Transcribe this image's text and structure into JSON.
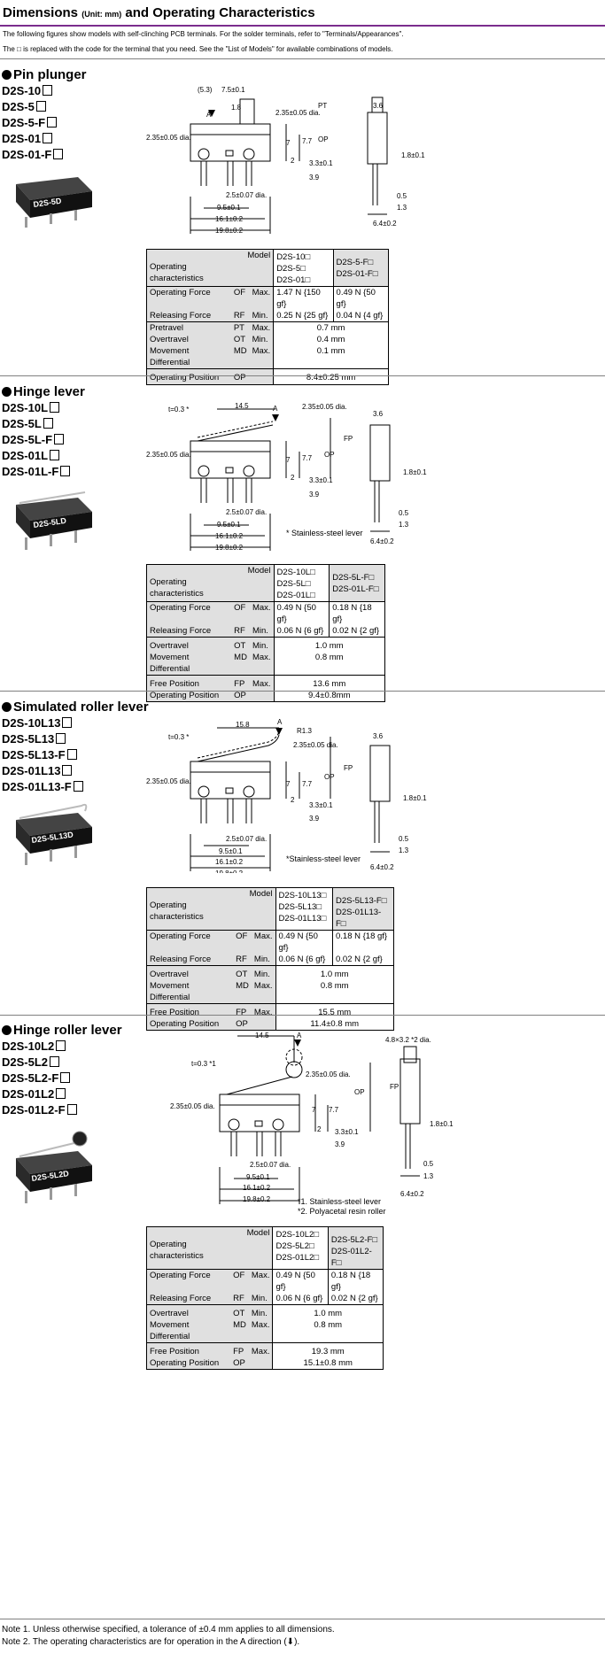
{
  "header": {
    "title_main": "Dimensions",
    "title_unit": "(Unit: mm)",
    "title_rest": "and Operating Characteristics",
    "intro1": "The following figures show models with self-clinching PCB terminals. For the solder terminals, refer to \"Terminals/Appearances\".",
    "intro2": "The □ is replaced with the code for the terminal that you need. See the \"List of Models\" for available combinations of models."
  },
  "table_labels": {
    "model": "Model",
    "op_char_1": "Operating",
    "op_char_2": "characteristics",
    "operating_force": "Operating Force",
    "releasing_force": "Releasing Force",
    "pretravel": "Pretravel",
    "overtravel": "Overtravel",
    "movement_diff": "Movement Differential",
    "free_position": "Free Position",
    "operating_position": "Operating Position",
    "of": "OF",
    "rf": "RF",
    "pt": "PT",
    "ot": "OT",
    "md": "MD",
    "fp": "FP",
    "op": "OP",
    "max": "Max.",
    "min": "Min."
  },
  "sections": [
    {
      "title": "Pin plunger",
      "models": [
        "D2S-10",
        "D2S-5",
        "D2S-5-F",
        "D2S-01",
        "D2S-01-F"
      ],
      "photo_label": "D2S-5D",
      "col1_models": [
        "D2S-10□",
        "D2S-5□",
        "D2S-01□"
      ],
      "col2_models": [
        "D2S-5-F□",
        "D2S-01-F□"
      ],
      "of": [
        "1.47 N {150 gf}",
        "0.49 N {50 gf}"
      ],
      "rf": [
        "0.25 N {25 gf}",
        "0.04 N {4 gf}"
      ],
      "pt": "0.7 mm",
      "ot": "0.4 mm",
      "md": "0.1 mm",
      "op": "8.4±0.25 mm"
    },
    {
      "title": "Hinge lever",
      "models": [
        "D2S-10L",
        "D2S-5L",
        "D2S-5L-F",
        "D2S-01L",
        "D2S-01L-F"
      ],
      "photo_label": "D2S-5LD",
      "lever_note": "* Stainless-steel lever",
      "col1_models": [
        "D2S-10L□",
        "D2S-5L□",
        "D2S-01L□"
      ],
      "col2_models": [
        "D2S-5L-F□",
        "D2S-01L-F□"
      ],
      "of": [
        "0.49 N {50 gf}",
        "0.18 N {18 gf}"
      ],
      "rf": [
        "0.06 N {6 gf}",
        "0.02 N {2 gf}"
      ],
      "ot": "1.0 mm",
      "md": "0.8 mm",
      "fp": "13.6 mm",
      "op": "9.4±0.8mm"
    },
    {
      "title": "Simulated roller lever",
      "models": [
        "D2S-10L13",
        "D2S-5L13",
        "D2S-5L13-F",
        "D2S-01L13",
        "D2S-01L13-F"
      ],
      "photo_label": "D2S-5L13D",
      "lever_note": "*Stainless-steel lever",
      "col1_models": [
        "D2S-10L13□",
        "D2S-5L13□",
        "D2S-01L13□"
      ],
      "col2_models": [
        "D2S-5L13-F□",
        "D2S-01L13-F□"
      ],
      "of": [
        "0.49 N {50 gf}",
        "0.18 N {18 gf}"
      ],
      "rf": [
        "0.06 N {6 gf}",
        "0.02 N {2 gf}"
      ],
      "ot": "1.0 mm",
      "md": "0.8 mm",
      "fp": "15.5 mm",
      "op": "11.4±0.8 mm"
    },
    {
      "title": "Hinge roller lever",
      "models": [
        "D2S-10L2",
        "D2S-5L2",
        "D2S-5L2-F",
        "D2S-01L2",
        "D2S-01L2-F"
      ],
      "photo_label": "D2S-5L2D",
      "lever_note": "*1. Stainless-steel lever",
      "lever_note2": "*2. Polyacetal resin roller",
      "col1_models": [
        "D2S-10L2□",
        "D2S-5L2□",
        "D2S-01L2□"
      ],
      "col2_models": [
        "D2S-5L2-F□",
        "D2S-01L2-F□"
      ],
      "of": [
        "0.49 N {50 gf}",
        "0.18 N {18 gf}"
      ],
      "rf": [
        "0.06 N {6 gf}",
        "0.02 N {2 gf}"
      ],
      "ot": "1.0 mm",
      "md": "0.8 mm",
      "fp": "19.3 mm",
      "op": "15.1±0.8 mm"
    }
  ],
  "dims": {
    "d53": "(5.3)",
    "d75": "7.5±0.1",
    "d18": "1.8",
    "d235": "2.35±0.05 dia.",
    "d235b": "2.35±0.05 dia.",
    "pt": "PT",
    "op": "OP",
    "fp": "FP",
    "a": "A",
    "d7": "7",
    "d77": "7.7",
    "d2": "2",
    "d33": "3.3±0.1",
    "d39": "3.9",
    "d25": "2.5±0.07 dia.",
    "d95": "9.5±0.1",
    "d161": "16.1±0.2",
    "d198": "19.8±0.2",
    "d36": "3.6",
    "d18b": "1.8±0.1",
    "d05": "0.5",
    "d13": "1.3",
    "d64": "6.4±0.2",
    "t03": "t=0.3 *",
    "t03b": "t=0.3 *1",
    "d145": "14.5",
    "d158": "15.8",
    "r13": "R1.3",
    "d48": "4.8×3.2 *2 dia."
  },
  "notes": {
    "n1": "Note 1. Unless otherwise specified, a tolerance of ±0.4 mm applies to all dimensions.",
    "n2": "Note 2. The operating characteristics are for operation in the A direction (",
    "n2_end": ")."
  }
}
